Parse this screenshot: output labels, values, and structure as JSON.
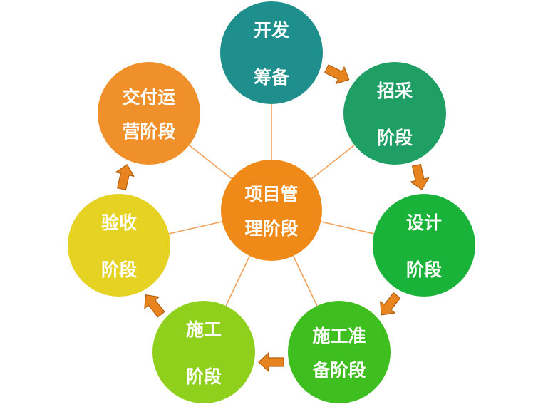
{
  "diagram": {
    "center": {
      "id": "center",
      "lines": [
        "项目管",
        "理阶段"
      ],
      "color": "#ef8a18"
    },
    "stages": [
      {
        "id": "dev",
        "lines": [
          "开发",
          "筹备"
        ],
        "color": "#1e8f8c"
      },
      {
        "id": "bid",
        "lines": [
          "招采",
          "阶段"
        ],
        "color": "#1f9f63"
      },
      {
        "id": "design",
        "lines": [
          "设计",
          "阶段"
        ],
        "color": "#1ab33a"
      },
      {
        "id": "prep",
        "lines": [
          "施工准",
          "备阶段"
        ],
        "color": "#3fbf1f"
      },
      {
        "id": "build",
        "lines": [
          "施工",
          "阶段"
        ],
        "color": "#8fd01c"
      },
      {
        "id": "accept",
        "lines": [
          "验收",
          "阶段"
        ],
        "color": "#e5d223"
      },
      {
        "id": "deliver",
        "lines": [
          "交付运",
          "营阶段"
        ],
        "color": "#f0902a"
      }
    ],
    "flow": [
      [
        "dev",
        "bid"
      ],
      [
        "bid",
        "design"
      ],
      [
        "design",
        "prep"
      ],
      [
        "prep",
        "build"
      ],
      [
        "build",
        "accept"
      ],
      [
        "accept",
        "deliver"
      ]
    ],
    "colors": {
      "link": "#f2a15a",
      "arrow_fill": "#e8841f",
      "arrow_stroke": "#b35e0d"
    }
  }
}
